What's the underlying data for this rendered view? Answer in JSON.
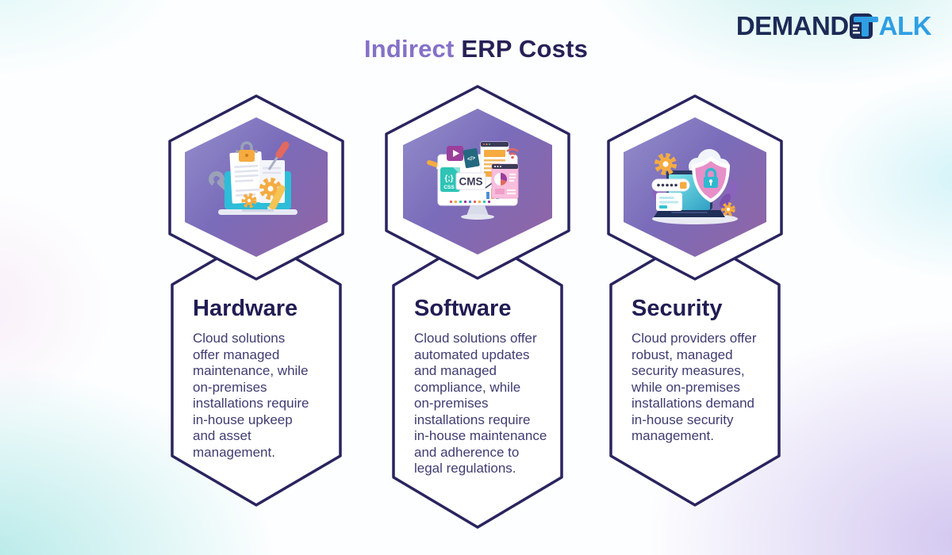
{
  "title": {
    "accent": "Indirect",
    "rest": " ERP Costs"
  },
  "logo": {
    "prefix": "DEMAND",
    "suffix": "ALK",
    "icon": "demandtalk-t-logo"
  },
  "cards": [
    {
      "key": "hardware",
      "heading": "Hardware",
      "body": "Cloud solutions\noffer managed\nmaintenance, while\non-premises\ninstallations require\nin-house upkeep\nand asset\nmanagement.",
      "icon": "laptop-documents-tools-gears-illustration"
    },
    {
      "key": "software",
      "heading": "Software",
      "body": "Cloud solutions offer\nautomated updates\nand managed\ncompliance, while\non-premises\ninstallations require\nin-house maintenance\nand adherence to\nlegal regulations.",
      "icon": "cms-monitor-apps-illustration",
      "cms_label": "CMS"
    },
    {
      "key": "security",
      "heading": "Security",
      "body": "Cloud providers offer\nrobust, managed\nsecurity measures,\nwhile on-premises\ninstallations demand\nin-house security\nmanagement.",
      "icon": "shield-lock-laptop-illustration"
    }
  ],
  "colors": {
    "hex_outline": "#29245f",
    "heading_text": "#211d54",
    "body_text": "#3f3c72",
    "title_accent": "#8571c7",
    "title_main": "#262156",
    "logo_navy": "#1c2a56",
    "logo_blue": "#2e9fe4",
    "inner_hex_gradient": [
      "#938fcb",
      "#7a6cba",
      "#8f65a6"
    ],
    "illustration_orange": "#f5ab40",
    "illustration_teal": "#2dbdd8",
    "illustration_pink": "#e78fc8",
    "illustration_red": "#e2695e"
  }
}
